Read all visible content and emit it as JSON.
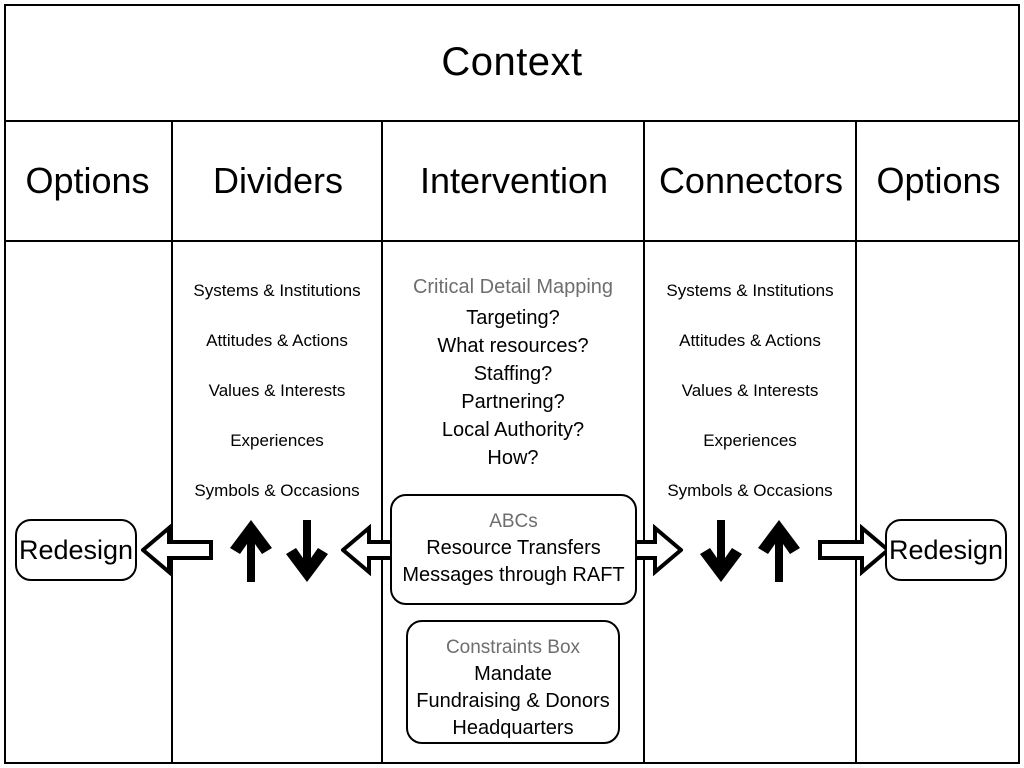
{
  "context": {
    "title": "Context"
  },
  "columns": {
    "headers": [
      "Options",
      "Dividers",
      "Intervention",
      "Connectors",
      "Options"
    ]
  },
  "dividers": {
    "items": [
      "Systems & Institutions",
      "Attitudes & Actions",
      "Values & Interests",
      "Experiences",
      "Symbols & Occasions"
    ]
  },
  "connectors": {
    "items": [
      "Systems & Institutions",
      "Attitudes & Actions",
      "Values & Interests",
      "Experiences",
      "Symbols & Occasions"
    ]
  },
  "intervention": {
    "mapping_heading": "Critical Detail Mapping",
    "questions": [
      "Targeting?",
      "What resources?",
      "Staffing?",
      "Partnering?",
      "Local Authority?",
      "How?"
    ],
    "abcs_box": {
      "heading": "ABCs",
      "lines": [
        "Resource Transfers",
        "Messages through RAFT"
      ]
    },
    "constraints_box": {
      "heading": "Constraints Box",
      "lines": [
        "Mandate",
        "Fundraising & Donors",
        "Headquarters"
      ]
    }
  },
  "options": {
    "left_label": "Redesign",
    "right_label": "Redesign"
  },
  "arrows": {
    "out_left": "arrow-left",
    "in_left": "arrow-left",
    "in_right": "arrow-right",
    "out_right": "arrow-right",
    "dividers_up": "arrow-up",
    "dividers_down": "arrow-down",
    "connectors_down": "arrow-down",
    "connectors_up": "arrow-up"
  },
  "colors": {
    "stroke": "#000000",
    "muted_text": "#6e6e6e",
    "background": "#ffffff"
  }
}
